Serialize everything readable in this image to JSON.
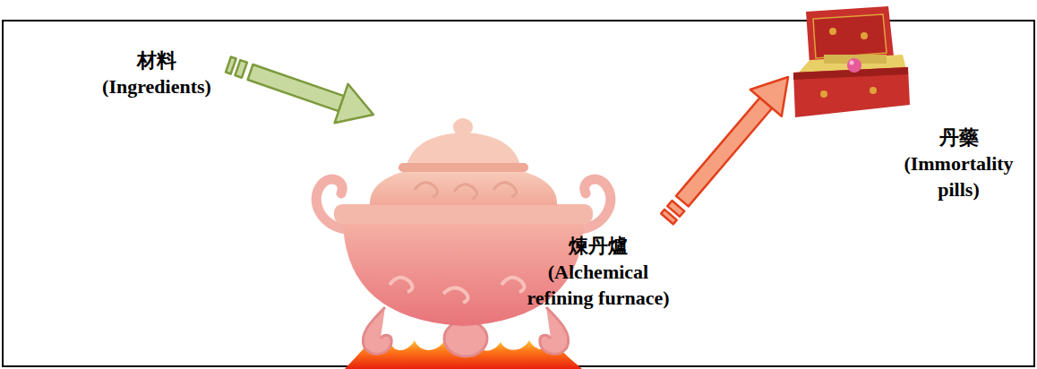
{
  "diagram": {
    "nodes": [
      {
        "text": [
          "材料 (Ingredients)"
        ]
      },
      {
        "text": [
          "煉丹爐 (Alchemical refining furnace)"
        ]
      },
      {
        "text": [
          "丹藥 (Immortality pills)"
        ]
      }
    ],
    "edges": [
      {
        "from": 0,
        "to": 1,
        "arrow": "to"
      },
      {
        "from": 1,
        "to": 2,
        "arrow": "to"
      }
    ]
  }
}
